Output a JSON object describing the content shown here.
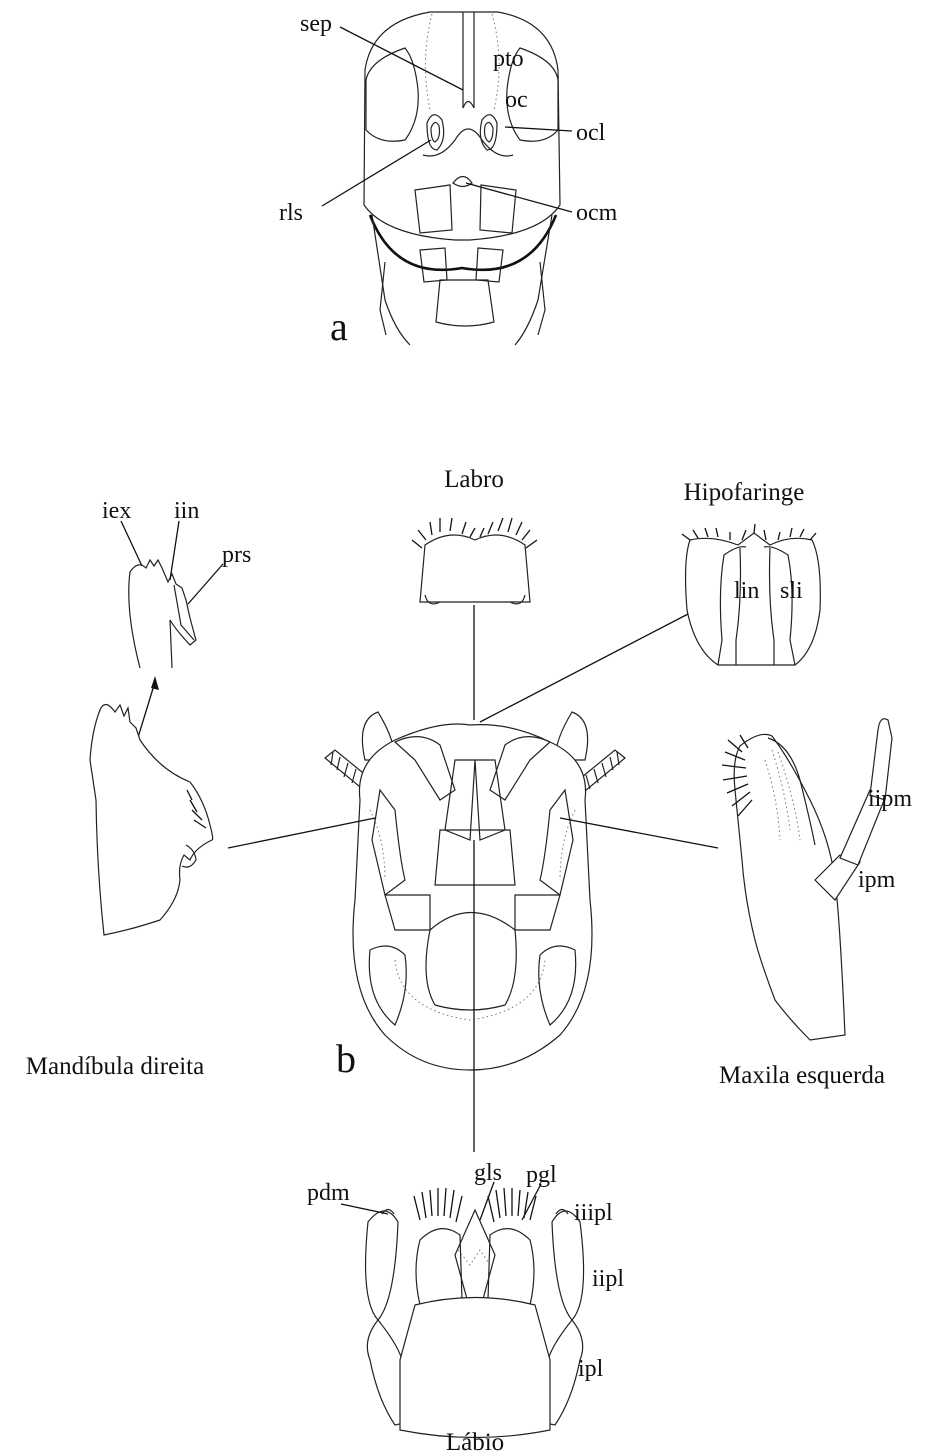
{
  "panel_a": {
    "letter": "a",
    "labels": {
      "sep": "sep",
      "pto": "pto",
      "oc": "oc",
      "ocl": "ocl",
      "rls": "rls",
      "ocm": "ocm"
    }
  },
  "panel_b": {
    "letter": "b",
    "parts": {
      "labro": "Labro",
      "hipofaringe": "Hipofaringe",
      "mandibula": "Mandíbula direita",
      "maxila": "Maxila esquerda",
      "labio": "Lábio"
    },
    "labels": {
      "iex": "iex",
      "iin": "iin",
      "prs": "prs",
      "lin": "lin",
      "sli": "sli",
      "iipm": "iipm",
      "ipm": "ipm",
      "gls": "gls",
      "pgl": "pgl",
      "pdm": "pdm",
      "iiipl": "iiipl",
      "iipl": "iipl",
      "ipl": "ipl"
    }
  }
}
